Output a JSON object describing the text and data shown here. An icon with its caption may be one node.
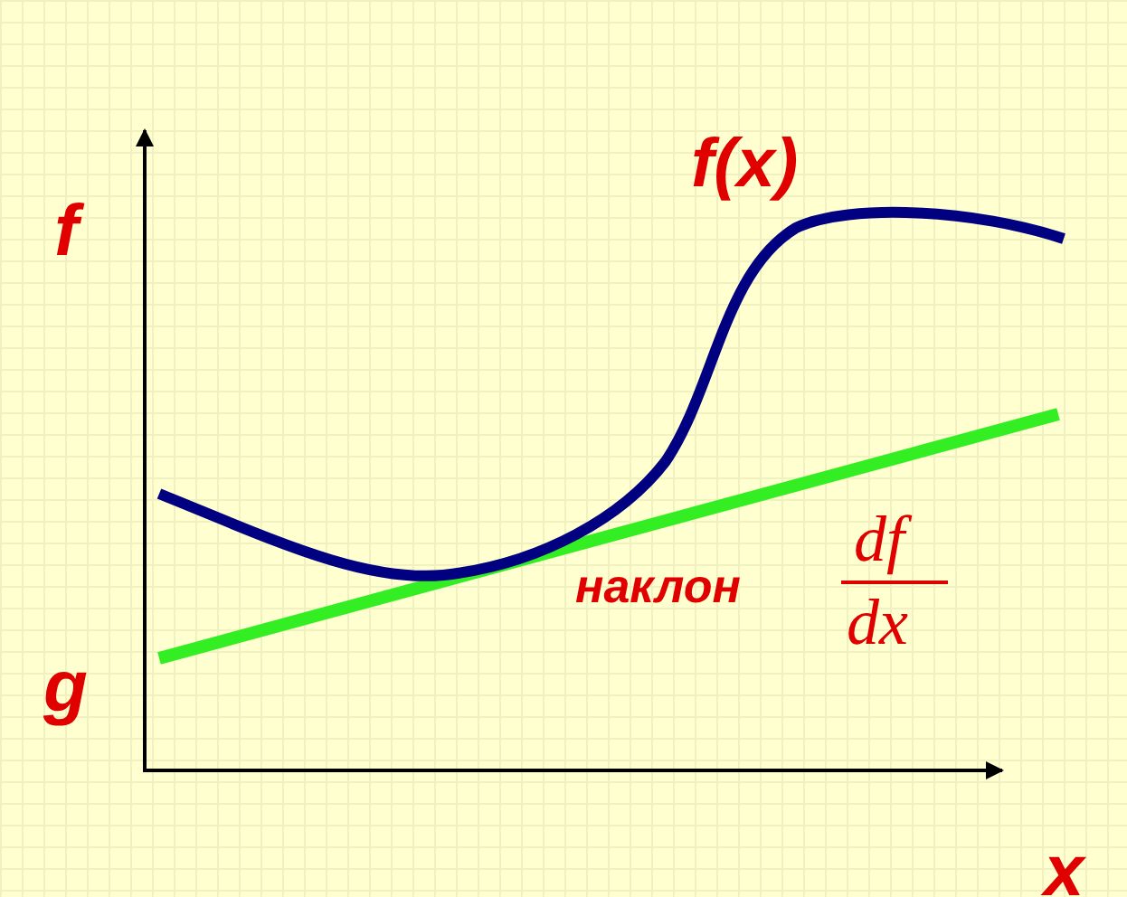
{
  "diagram": {
    "labels": [
      "f(x)",
      "f",
      "наклон",
      "df",
      "dx",
      "g",
      "x"
    ]
  }
}
